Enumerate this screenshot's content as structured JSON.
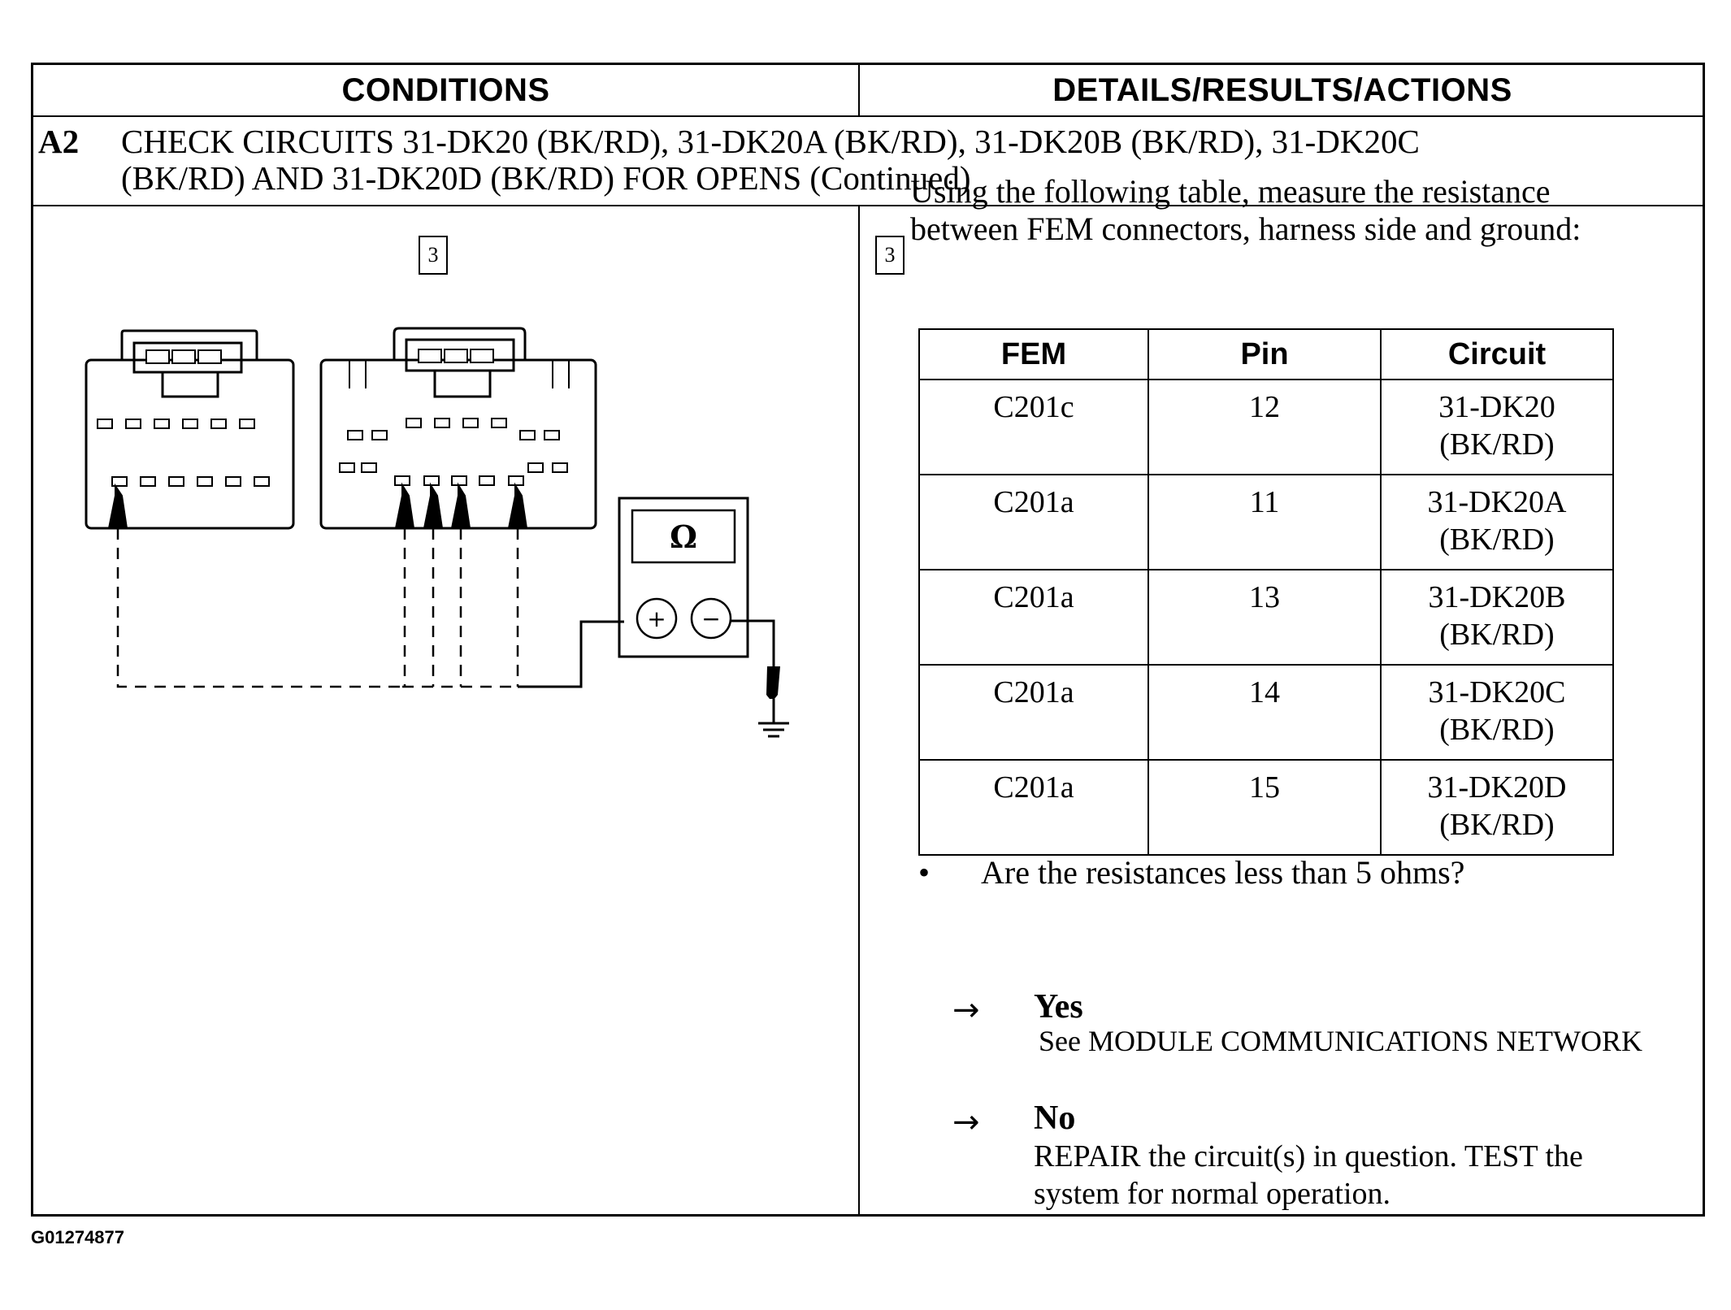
{
  "header": {
    "conditions": "CONDITIONS",
    "details": "DETAILS/RESULTS/ACTIONS"
  },
  "step": {
    "id": "A2",
    "title_line1": "CHECK CIRCUITS 31-DK20 (BK/RD), 31-DK20A (BK/RD), 31-DK20B (BK/RD), 31-DK20C",
    "title_line2": "(BK/RD) AND 31-DK20D (BK/RD) FOR OPENS (Continued)"
  },
  "diagram": {
    "step_number": "3",
    "meter_symbol": "Ω",
    "plus": "+",
    "minus": "−"
  },
  "instruction": {
    "step_number": "3",
    "line1": "Using the following table, measure the resistance",
    "line2": "between FEM connectors, harness side and ground:"
  },
  "table": {
    "headers": [
      "FEM",
      "Pin",
      "Circuit"
    ],
    "rows": [
      {
        "fem": "C201c",
        "pin": "12",
        "circuit": "31-DK20",
        "color": "(BK/RD)"
      },
      {
        "fem": "C201a",
        "pin": "11",
        "circuit": "31-DK20A",
        "color": "(BK/RD)"
      },
      {
        "fem": "C201a",
        "pin": "13",
        "circuit": "31-DK20B",
        "color": "(BK/RD)"
      },
      {
        "fem": "C201a",
        "pin": "14",
        "circuit": "31-DK20C",
        "color": "(BK/RD)"
      },
      {
        "fem": "C201a",
        "pin": "15",
        "circuit": "31-DK20D",
        "color": "(BK/RD)"
      }
    ]
  },
  "question": {
    "bullet": "•",
    "text": "Are the resistances less than 5 ohms?"
  },
  "answers": {
    "arrow": "→",
    "yes_label": "Yes",
    "yes_text": "See MODULE COMMUNICATIONS NETWORK",
    "no_label": "No",
    "no_line1": "REPAIR the circuit(s) in question. TEST the",
    "no_line2": "system for normal operation."
  },
  "figure_id": "G01274877"
}
